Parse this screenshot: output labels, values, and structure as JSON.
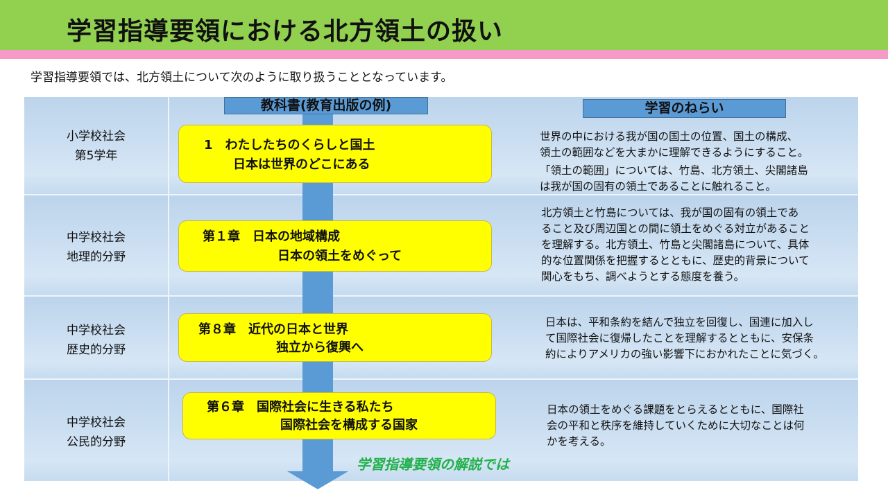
{
  "title": "学習指導要領における北方領土の扱い",
  "intro": "学習指導要領では、北方領土について次のように取り扱うこととなっています。",
  "headers": {
    "textbook": "教科書(教育出版の例)",
    "aim": "学習のねらい"
  },
  "rows": [
    {
      "label": [
        "小学校社会",
        "第5学年"
      ],
      "textbook": [
        "1　わたしたちのくらしと国土",
        "日本は世界のどこにある"
      ],
      "aim": [
        "世界の中における我が国の国土の位置、国土の構成、",
        "領土の範囲などを大まかに理解できるようにすること。",
        "「領土の範囲」については、竹島、北方領土、尖閣諸島",
        "は我が国の固有の領土であることに触れること。"
      ]
    },
    {
      "label": [
        "中学校社会",
        "地理的分野"
      ],
      "textbook": [
        "第１章　日本の地域構成",
        "日本の領土をめぐって"
      ],
      "aim": [
        "北方領土と竹島については、我が国の固有の領土であ",
        "ること及び周辺国との間に領土をめぐる対立があること",
        "を理解する。北方領土、竹島と尖閣諸島について、具体",
        "的な位置関係を把握するとともに、歴史的背景について",
        "関心をもち、調べようとする態度を養う。"
      ]
    },
    {
      "label": [
        "中学校社会",
        "歴史的分野"
      ],
      "textbook": [
        "第８章　近代の日本と世界",
        "独立から復興へ"
      ],
      "aim": [
        "日本は、平和条約を結んで独立を回復し、国連に加入し",
        "て国際社会に復帰したことを理解するとともに、安保条",
        "約によりアメリカの強い影響下におかれたことに気づく。"
      ]
    },
    {
      "label": [
        "中学校社会",
        "公民的分野"
      ],
      "textbook": [
        "第６章　国際社会に生きる私たち",
        "国際社会を構成する国家"
      ],
      "aim": [
        "日本の領土をめぐる課題をとらえるとともに、国際社",
        "会の平和と秩序を維持していくために大切なことは何",
        "かを考える。"
      ]
    }
  ],
  "note": "学習指導要領の解説では"
}
